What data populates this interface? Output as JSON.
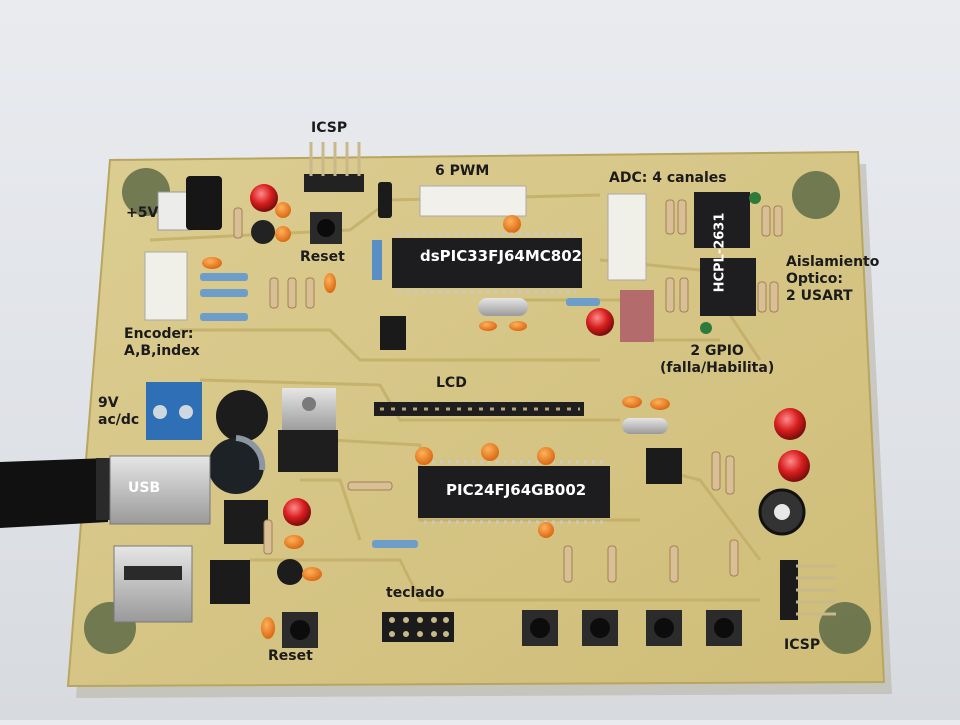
{
  "labels": {
    "icsp_top": "ICSP",
    "pwm": "6 PWM",
    "adc": "ADC: 4 canales",
    "plus5v": "+5V",
    "reset_top": "Reset",
    "dspic": "dsPIC33FJ64MC802",
    "hcpl": "HCPL-2631",
    "aislamiento": [
      "Aislamiento",
      "Optico:",
      "2 USART"
    ],
    "encoder": [
      "Encoder:",
      "A,B,index"
    ],
    "gpio": [
      "2 GPIO",
      "(falla/Habilita)"
    ],
    "lcd": "LCD",
    "v9": [
      "9V",
      "ac/dc"
    ],
    "usb": "USB",
    "pic24": "PIC24FJ64GB002",
    "teclado": "teclado",
    "reset_bottom": "Reset",
    "icsp_bottom": "ICSP"
  },
  "colors": {
    "pcb": "#d9c98a",
    "trace": "#c7b36d",
    "ic": "#1d1d1f",
    "led": "#d81e1e"
  }
}
